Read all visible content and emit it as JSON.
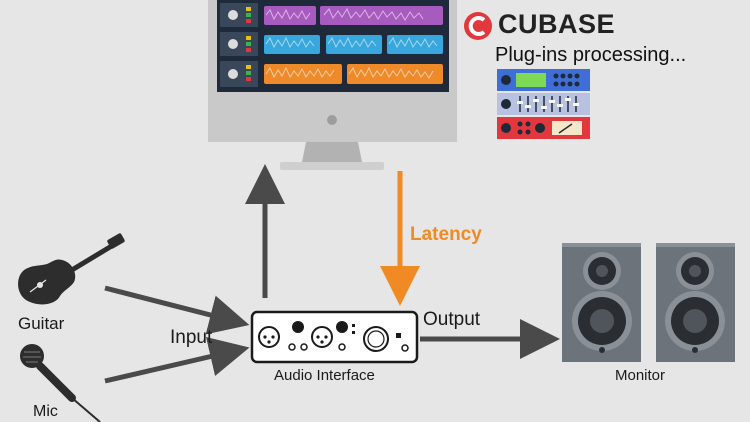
{
  "brand": {
    "name": "CUBASE",
    "color": "#e2373d"
  },
  "status": {
    "text": "Plug-ins processing..."
  },
  "labels": {
    "latency": "Latency",
    "output": "Output",
    "input": "Input",
    "guitar": "Guitar",
    "mic": "Mic",
    "audio_interface": "Audio Interface",
    "monitor": "Monitor"
  },
  "tracks": [
    {
      "name": "track-purple",
      "color": "#a75bbf"
    },
    {
      "name": "track-blue",
      "color": "#38a7dd"
    },
    {
      "name": "track-orange",
      "color": "#ef8a2a"
    }
  ],
  "colors": {
    "arrow": "#4a4a4a",
    "latency_arrow": "#f08a24",
    "background": "#e6e6e6"
  }
}
